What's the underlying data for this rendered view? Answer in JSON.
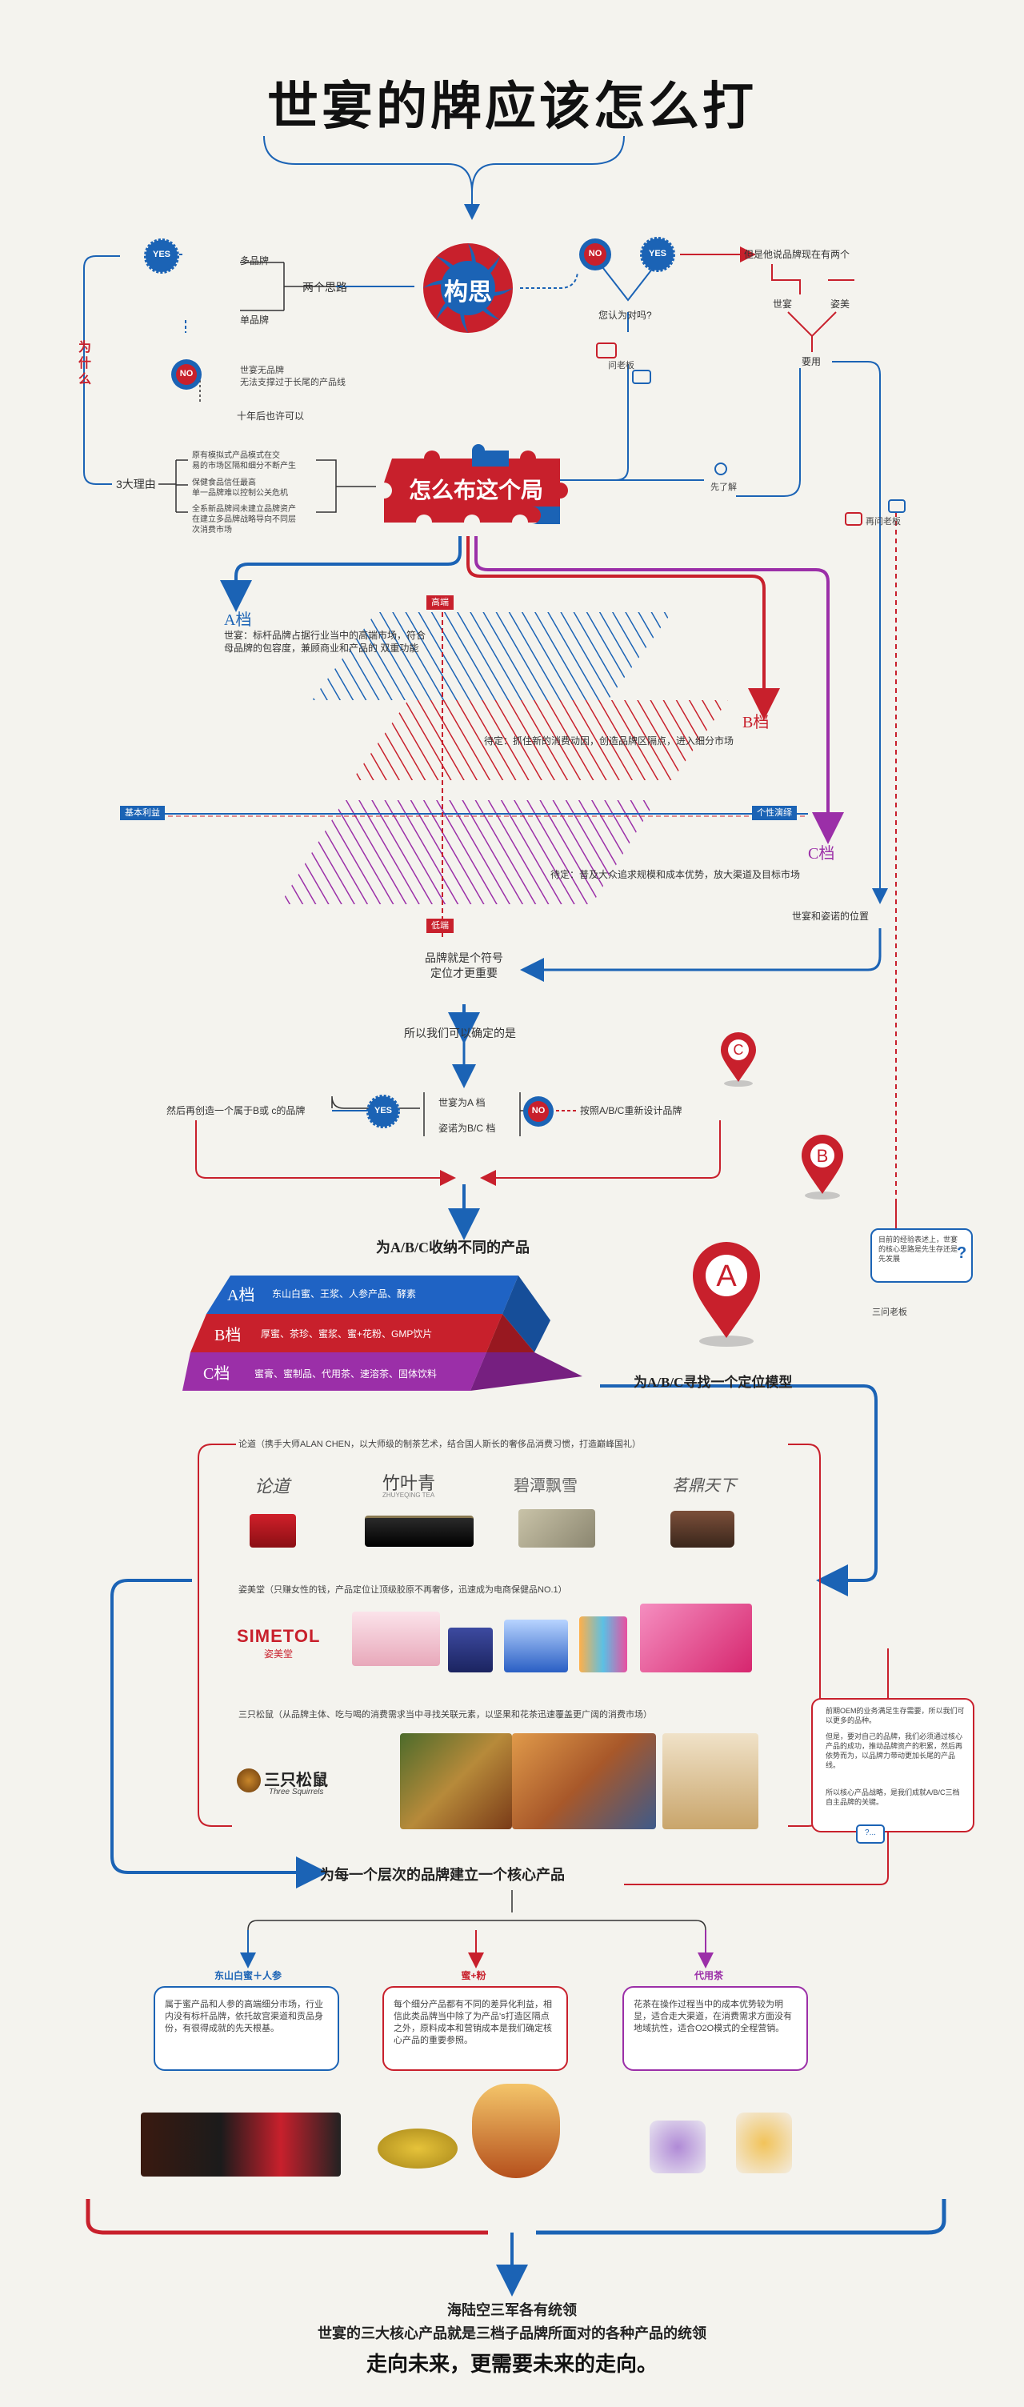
{
  "title": "世宴的牌应该怎么打",
  "hub1": "构思",
  "hub2": "怎么布这个局",
  "left_branch": {
    "why": "为什么",
    "yes": "YES",
    "no": "NO",
    "two_ideas": "两个思路",
    "multi_brand": "多品牌",
    "single_brand": "单品牌",
    "single_desc": "世宴无品牌\n无法支撑过于长尾的产品线",
    "ten_years": "十年后也许可以",
    "three_reasons": "3大理由",
    "reasons": [
      "原有模拟式产品模式在交\n易的市场区隔和细分不断产生",
      "保健食品信任最高\n单一品牌难以控制公关危机",
      "全系新品牌间未建立品牌资产\n在建立多品牌战略导向不同层\n次消费市场"
    ]
  },
  "right_branch": {
    "no": "NO",
    "yes": "YES",
    "think_right": "您认为对吗?",
    "ask_boss": "问老板",
    "but_two": "但是他说品牌现在有两个",
    "shiyan": "世宴",
    "zimei": "姿美",
    "need": "要用",
    "understood": "先了解",
    "ask_again": "再问老板"
  },
  "chart": {
    "high": "高端",
    "low": "低端",
    "basic": "基本利益",
    "personal": "个性演绎",
    "a_label": "A档",
    "a_desc": "世宴：标杆品牌占据行业当中的高端市场，符合\n母品牌的包容度，兼顾商业和产品的 双重功能",
    "b_label": "B档",
    "b_desc": "待定：抓住新的消费动因，创造品牌区隔点，进入细分市场",
    "c_label": "C档",
    "c_desc": "待定：普及大众追求规模和成本优势，放大渠道及目标市场",
    "position_note": "世宴和姿诺的位置"
  },
  "mid": {
    "symbol": "品牌就是个符号\n定位才更重要",
    "decide": "所以我们可以确定的是",
    "then": "然后再创造一个属于B或 c的品牌",
    "shiyan_a": "世宴为A 档",
    "zimei_bc": "姿诺为B/C 档",
    "redesign": "按照A/B/C重新设计品牌",
    "yes": "YES",
    "no": "NO",
    "pin_a": "A",
    "pin_b": "B",
    "pin_c": "C"
  },
  "side_note": {
    "text": "目前的经验表述上，世宴的核心思路是先生存还是先发展",
    "label": "三问老板"
  },
  "pyramid": {
    "heading": "为A/B/C收纳不同的产品",
    "tiers": [
      {
        "label": "A档",
        "desc": "东山白蜜、王浆、人参产品、酵素",
        "color": "#1f63c4"
      },
      {
        "label": "B档",
        "desc": "厚蜜、茶珍、蜜浆、蜜+花粉、GMP饮片",
        "color": "#c8202c"
      },
      {
        "label": "C档",
        "desc": "蜜膏、蜜制品、代用茶、速溶茶、固体饮料",
        "color": "#9b2fa8"
      }
    ],
    "model": "为A/B/C寻找一个定位模型"
  },
  "cases": {
    "c1_title": "论道（携手大师ALAN CHEN，以大师级的制茶艺术，结合国人斯长的奢侈品消费习惯，打造巅峰国礼）",
    "c1_logos": [
      "论道",
      "竹叶青",
      "碧潭飘雪",
      "茗鼎天下"
    ],
    "c1_logo_sub": "ZHUYEQING TEA",
    "c2_title": "姿美堂（只赚女性的钱，产品定位让顶级胶原不再奢侈，迅速成为电商保健品NO.1）",
    "c2_logo": "SIMETOL",
    "c2_logo_sub": "姿美堂",
    "c3_title": "三只松鼠（从品牌主体、吃与喝的消费需求当中寻找关联元素，以坚果和花茶迅速覆盖更广阔的消费市场）",
    "c3_logo": "三只松鼠",
    "c3_logo_sub": "Three Squirrels"
  },
  "right_note": {
    "items": [
      "前期OEM的业务满足生存需要，所以我们可以更多的品种。",
      "但是，要对自己的品牌，我们必须通过核心产品的成功，推动品牌资产的积累，然后再依势而为，以品牌力带动更加长尾的产品线。",
      "所以核心产品战略，是我们成就A/B/C三档自主品牌的关键。"
    ]
  },
  "core": {
    "heading": "为每一个层次的品牌建立一个核心产品",
    "products": [
      {
        "label": "东山白蜜＋人参",
        "text": "属于蜜产品和人参的高端细分市场，行业内没有标杆品牌，依托故宫渠道和贡品身份，有很得成就的先天根基。",
        "color": "#1b63b5"
      },
      {
        "label": "蜜+粉",
        "text": "每个细分产品都有不同的差异化利益，相信此类品牌当中除了为产品's打造区隔点之外，原料成本和营销成本是我们确定核心产品的重要参照。",
        "color": "#c8202c"
      },
      {
        "label": "代用茶",
        "text": "花茶在操作过程当中的成本优势较为明显，适合走大渠道，在消费需求方面没有地域抗性，适合O2O模式的全程营销。",
        "color": "#9b2fa8"
      }
    ]
  },
  "footer": {
    "line1": "海陆空三军各有统领",
    "line2": "世宴的三大核心产品就是三档子品牌所面对的各种产品的统领",
    "line3": "走向未来，更需要未来的走向。"
  },
  "colors": {
    "red": "#c8202c",
    "blue": "#1b63b5",
    "purple": "#9b2fa8",
    "bg": "#f4f3ee"
  }
}
